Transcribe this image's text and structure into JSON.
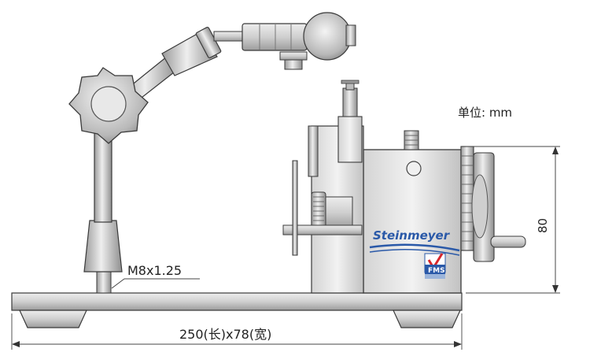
{
  "unit_label": "单位: mm",
  "thread_label": "M8x1.25",
  "width_label": "250(长)x78(宽)",
  "height_label": "80",
  "brand_name": "Steinmeyer",
  "badge_text": "FMS",
  "colors": {
    "metal_light": "#e4e4e4",
    "metal_mid": "#c6c6c6",
    "metal_dark": "#8a8a8a",
    "outline": "#3a3a3a",
    "brand_blue": "#2a59a8",
    "check_red": "#d8262b"
  }
}
